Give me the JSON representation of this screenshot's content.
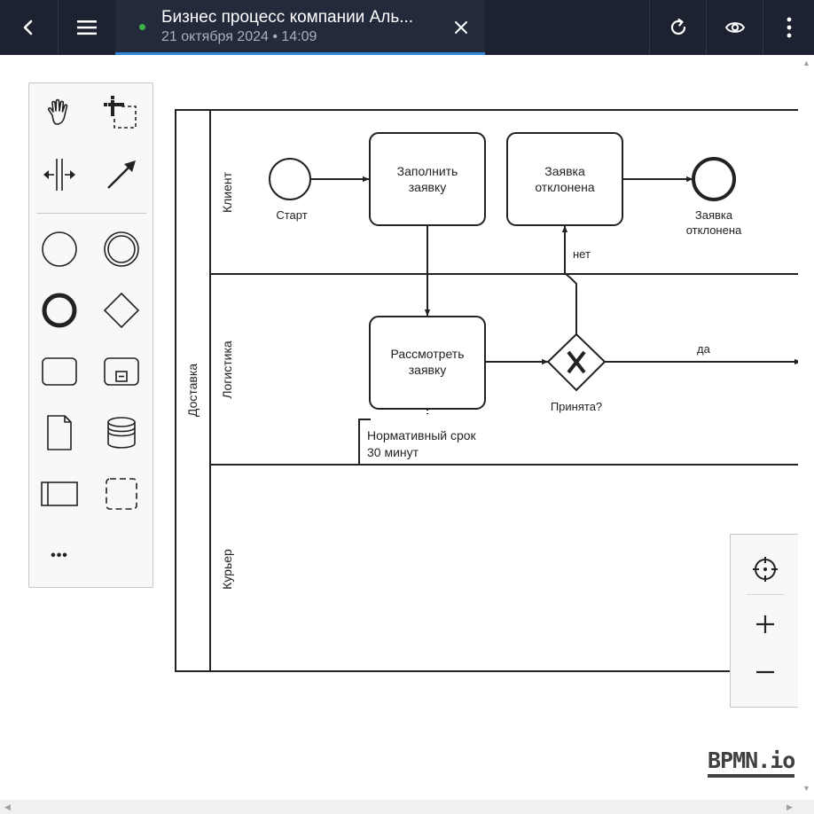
{
  "header": {
    "document_title": "Бизнес процесс компании Аль...",
    "document_subtitle": "21 октября 2024 • 14:09",
    "status_color": "#3bb34a",
    "accent_color": "#2f86d8"
  },
  "palette": {
    "tools": [
      "hand-tool",
      "lasso-tool",
      "space-tool",
      "global-connect-tool"
    ],
    "shapes": [
      "start-event",
      "intermediate-event",
      "end-event",
      "gateway",
      "task",
      "subprocess",
      "data-object",
      "data-store",
      "participant-pool",
      "group"
    ],
    "more_label": "•••"
  },
  "diagram": {
    "pool_label": "Доставка",
    "lanes": [
      "Клиент",
      "Логистика",
      "Курьер"
    ],
    "start_event_label": "Старт",
    "task_fill_request_l1": "Заполнить",
    "task_fill_request_l2": "заявку",
    "task_rejected_l1": "Заявка",
    "task_rejected_l2": "отклонена",
    "end_event_label_l1": "Заявка",
    "end_event_label_l2": "отклонена",
    "task_review_l1": "Рассмотреть",
    "task_review_l2": "заявку",
    "gateway_label": "Принята?",
    "flow_no_label": "нет",
    "flow_yes_label": "да",
    "annotation_l1": "Нормативный срок",
    "annotation_l2": "30 минут"
  },
  "zoom_controls": [
    "reset-zoom",
    "zoom-in",
    "zoom-out"
  ],
  "logo_text": "BPMN.io"
}
